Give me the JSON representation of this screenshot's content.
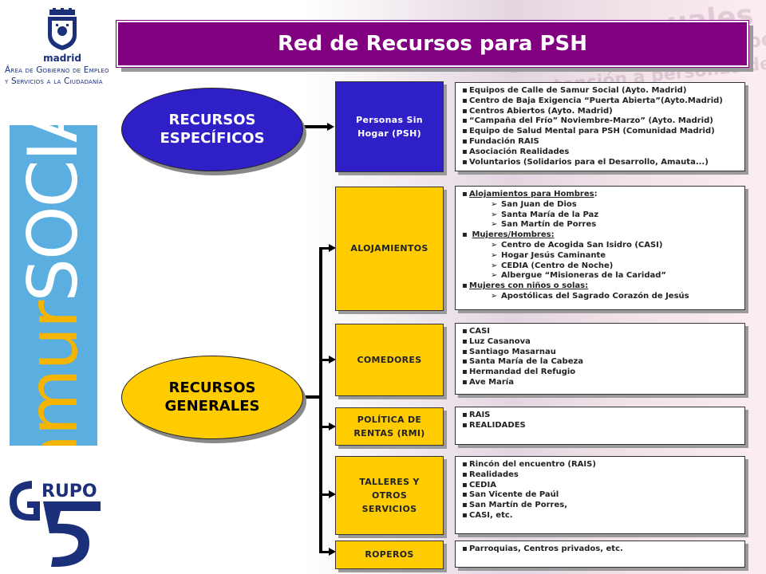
{
  "title": "Red de Recursos para PSH",
  "branding": {
    "madrid": "madrid",
    "area_line1": "Área de Gobierno de Empleo",
    "area_line2": "y Servicios a la Ciudadanía",
    "samur_part1": "samur",
    "samur_part2": "SOCIAL",
    "grupo_text": "RUPO"
  },
  "specific": {
    "label": "RECURSOS\nESPECÍFICOS",
    "box": "Personas Sin\nHogar (PSH)",
    "items": [
      "Equipos de Calle de Samur Social (Ayto. Madrid)",
      "Centro de Baja Exigencia “Puerta Abierta”(Ayto.Madrid)",
      "Centros Abiertos (Ayto. Madrid)",
      "“Campaña del Frío” Noviembre-Marzo” (Ayto. Madrid)",
      "Equipo de Salud Mental para PSH (Comunidad Madrid)",
      "Fundación RAIS",
      "Asociación Realidades",
      "Voluntarios (Solidarios para el Desarrollo, Amauta...)"
    ]
  },
  "general": {
    "label": "RECURSOS\nGENERALES",
    "sections": [
      {
        "box": "ALOJAMIENTOS",
        "groups": [
          {
            "heading": "Alojamientos para Hombres",
            "suffix": ":",
            "items": [
              "San Juan de Dios",
              "Santa María de la Paz",
              "San Martín de Porres"
            ]
          },
          {
            "heading": "Mujeres/Hombres:",
            "suffix": "",
            "items": [
              "Centro de Acogida San Isidro (CASI)",
              "Hogar Jesús Caminante",
              "CEDIA (Centro de Noche)",
              "Albergue “Misioneras de la Caridad”"
            ]
          },
          {
            "heading": "Mujeres con niños o solas:",
            "suffix": "",
            "items": [
              "Apostólicas del Sagrado Corazón de Jesús"
            ]
          }
        ]
      },
      {
        "box": "COMEDORES",
        "items": [
          "CASI",
          "Luz Casanova",
          "Santiago Masarnau",
          "Santa María de la Cabeza",
          "Hermandad del Refugio",
          "Ave María"
        ]
      },
      {
        "box": "POLÍTICA DE\nRENTAS (RMI)",
        "items": [
          "RAIS",
          "REALIDADES"
        ]
      },
      {
        "box": "TALLERES Y\nOTROS\nSERVICIOS",
        "items": [
          "Rincón del encuentro (RAIS)",
          "Realidades",
          "CEDIA",
          "San Vicente de Paúl",
          "San Martín de Porres,",
          "CASI, etc."
        ]
      },
      {
        "box": "ROPEROS",
        "items": [
          "Parroquias, Centros privados, etc."
        ]
      }
    ]
  },
  "background_words": [
    "uales",
    "Centros de atención a perso",
    "de atención a personas de exclusión"
  ],
  "colors": {
    "title_bg": "#800080",
    "blue": "#2e1fc7",
    "yellow": "#ffcc00",
    "samur_blue": "#5aaee0",
    "samur_yellow": "#f4b400",
    "navy": "#1b2f7a"
  }
}
